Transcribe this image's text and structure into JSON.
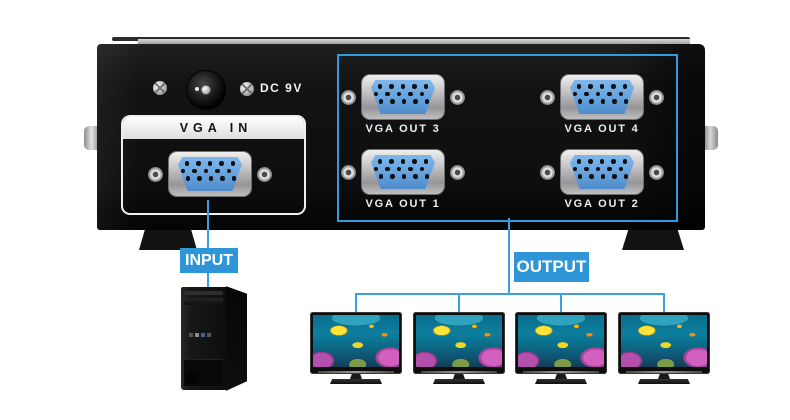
{
  "title": "4-port VGA splitter rear panel connection diagram",
  "colors": {
    "accent_blue": "#2E96D8",
    "line_blue": "#3AA0E2",
    "connector_blue": "#5D9BD8",
    "chassis_black": "#111111",
    "label_white": "#FFFFFF"
  },
  "device": {
    "power_label": "DC 9V",
    "vga_in": {
      "label": "VGA IN"
    },
    "vga_out_ports": [
      {
        "id": "vga-out-3",
        "label": "VGA OUT 3"
      },
      {
        "id": "vga-out-4",
        "label": "VGA OUT 4"
      },
      {
        "id": "vga-out-1",
        "label": "VGA OUT 1"
      },
      {
        "id": "vga-out-2",
        "label": "VGA OUT 2"
      }
    ]
  },
  "diagram": {
    "input_label": "INPUT",
    "output_label": "OUTPUT",
    "input_device": "computer-tower",
    "output_device": "monitor",
    "output_count": 4
  }
}
